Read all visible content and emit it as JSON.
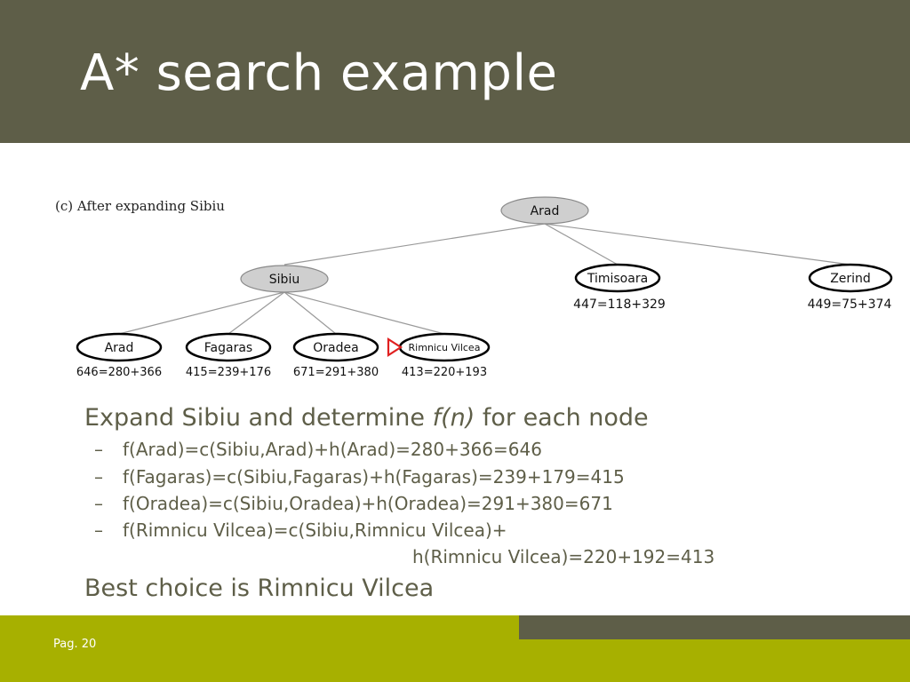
{
  "slide": {
    "title": "A* search example",
    "page_number": "Pag. 20"
  },
  "figure": {
    "caption": "(c) After expanding Sibiu",
    "nodes": {
      "arad_root": {
        "label": "Arad"
      },
      "sibiu": {
        "label": "Sibiu"
      },
      "timisoara": {
        "label": "Timisoara",
        "value": "447=118+329"
      },
      "zerind": {
        "label": "Zerind",
        "value": "449=75+374"
      },
      "arad_child": {
        "label": "Arad",
        "value": "646=280+366"
      },
      "fagaras": {
        "label": "Fagaras",
        "value": "415=239+176"
      },
      "oradea": {
        "label": "Oradea",
        "value": "671=291+380"
      },
      "rimnicu": {
        "label": "Rimnicu Vilcea",
        "value": "413=220+193"
      }
    }
  },
  "content": {
    "heading_prefix": "Expand Sibiu and determine ",
    "heading_math": "f(n)",
    "heading_suffix": " for each node",
    "bullets": [
      "f(Arad)=c(Sibiu,Arad)+h(Arad)=280+366=646",
      "f(Fagaras)=c(Sibiu,Fagaras)+h(Fagaras)=239+179=415",
      "f(Oradea)=c(Sibiu,Oradea)+h(Oradea)=291+380=671",
      "f(Rimnicu Vilcea)=c(Sibiu,Rimnicu Vilcea)+"
    ],
    "continuation": "h(Rimnicu Vilcea)=220+192=413",
    "conclusion": "Best choice is Rimnicu Vilcea"
  },
  "colors": {
    "title_bar": "#5e5e48",
    "body_text": "#5e5e48",
    "footer_accent": "#a7b000",
    "expanded_node_fill": "#cfcfcf",
    "marker": "#e02020"
  }
}
